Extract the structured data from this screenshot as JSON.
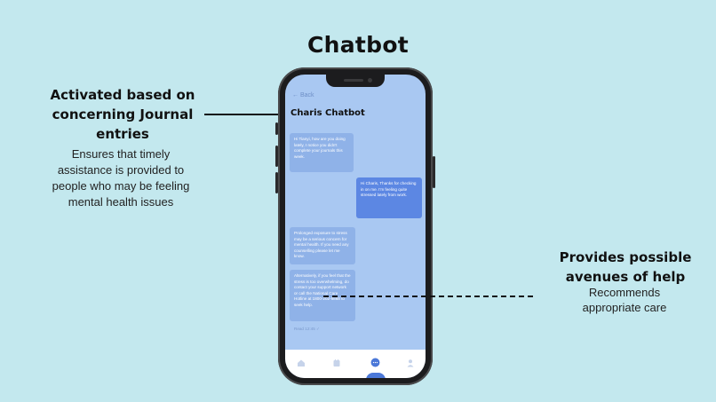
{
  "slide": {
    "title": "Chatbot"
  },
  "left_callout": {
    "heading": "Activated based on concerning Journal entries",
    "description": "Ensures that timely assistance is provided to people who may be feeling mental health issues"
  },
  "right_callout": {
    "heading": "Provides possible avenues of help",
    "description": "Recommends appropriate care"
  },
  "phone": {
    "back_label": "Back",
    "chat_title": "Charis Chatbot",
    "messages": [
      {
        "sender": "bot",
        "text": "Hi Tianyi, how are you doing lately, I notice you didn't complete your journals this week."
      },
      {
        "sender": "user",
        "text": "Hi Charis, Thanks for checking in on me. I'm feeling quite stressed lately from work."
      },
      {
        "sender": "bot",
        "text": "Prolonged exposure to stress may be a serious concern for mental health. If you need any counselling please let me know."
      },
      {
        "sender": "bot",
        "text": "Alternatively, if you feel that the stress is too overwhelming, do contact your support network or call the National Care Hotline at 1800-202-6868 to seek help."
      }
    ],
    "read_status": "Read 12:45 ✓",
    "nav_items": [
      "home-icon",
      "journal-icon",
      "chat-icon",
      "profile-icon"
    ],
    "colors": {
      "screen_bg": "#a9c8f2",
      "bot_bubble": "#8fb2e8",
      "user_bubble": "#5c87e3",
      "accent": "#4b78d8"
    }
  },
  "colors": {
    "background": "#c3e8ee",
    "text": "#111111"
  }
}
